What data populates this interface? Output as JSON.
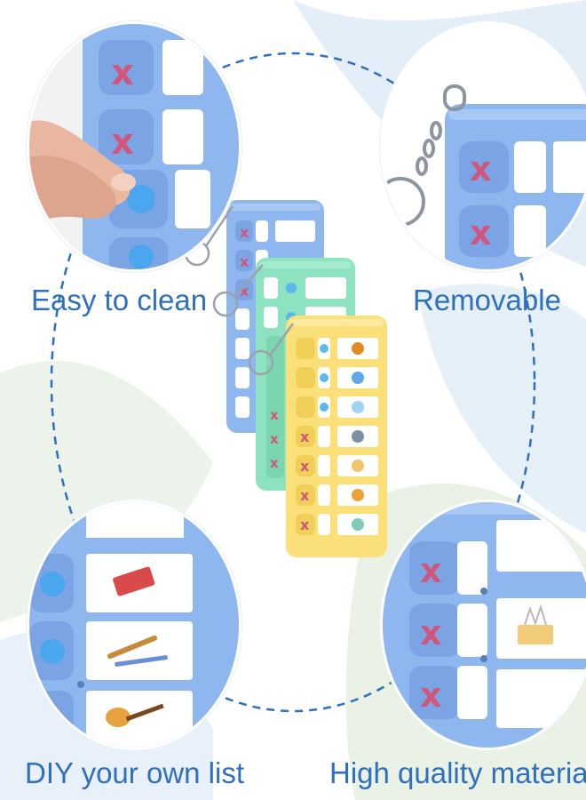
{
  "labels": {
    "top_left": "Easy to clean",
    "top_right": "Removable",
    "bottom_left": "DIY your own list",
    "bottom_right": "High quality materials"
  },
  "colors": {
    "label": "#2f6fc0",
    "blue_board": "#8fb7ef",
    "green_board": "#8de2bf",
    "yellow_board": "#fbe07a",
    "mark": "#d0567e",
    "dashed_line": "#2f6fc0"
  },
  "icons": [
    "x-mark-icon",
    "dot-icon",
    "book-icon",
    "pen-icon",
    "guitar-icon",
    "tissue-box-icon",
    "basketball-icon",
    "cap-icon",
    "mask-icon",
    "shuttlecock-icon",
    "toothbrush-icon",
    "slippers-icon",
    "towel-icon",
    "keyring-icon"
  ]
}
